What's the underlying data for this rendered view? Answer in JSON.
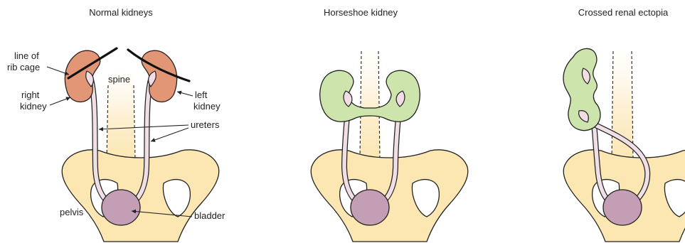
{
  "panels": [
    {
      "title": "Normal kidneys"
    },
    {
      "title": "Horseshoe kidney"
    },
    {
      "title": "Crossed renal ectopia"
    }
  ],
  "labels": {
    "rib_line_1": "line of",
    "rib_line_2": "rib cage",
    "right_kidney_1": "right",
    "right_kidney_2": "kidney",
    "spine": "spine",
    "left_kidney_1": "left",
    "left_kidney_2": "kidney",
    "ureters": "ureters",
    "pelvis": "pelvis",
    "bladder": "bladder"
  },
  "colors": {
    "normal_kidney": "#e39676",
    "anomalous_kidney": "#cde4ad",
    "pelvis_bone": "#fce7b3",
    "bladder": "#c49eb4",
    "ureter": "#f1dfe6"
  }
}
